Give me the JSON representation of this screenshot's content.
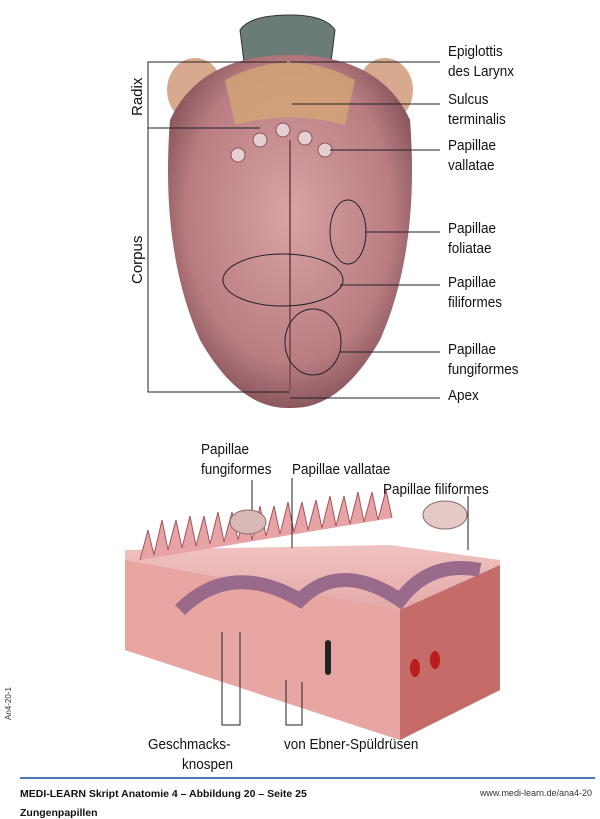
{
  "top_labels": {
    "epiglottis": "Epiglottis",
    "larynx": "des Larynx",
    "sulcus": "Sulcus",
    "terminalis": "terminalis",
    "vallatae_1": "Papillae",
    "vallatae_2": "vallatae",
    "foliatae_1": "Papillae",
    "foliatae_2": "foliatae",
    "filiformes_1": "Papillae",
    "filiformes_2": "filiformes",
    "fungiformes_1": "Papillae",
    "fungiformes_2": "fungiformes",
    "apex": "Apex",
    "radix": "Radix",
    "corpus": "Corpus"
  },
  "bottom_labels": {
    "fungiformes_1": "Papillae",
    "fungiformes_2": "fungiformes",
    "vallatae": "Papillae vallatae",
    "filiformes": "Papillae filiformes",
    "geschmacks_1": "Geschmacks-",
    "geschmacks_2": "knospen",
    "ebner": "von Ebner-Spüldrüsen"
  },
  "side_code": "An4-20-1",
  "footer": {
    "title": "MEDI-LEARN Skript Anatomie 4 – Abbildung 20 – Seite 25",
    "subtitle": "Zungenpapillen",
    "url": "www.medi-learn.de/ana4-20"
  },
  "colors": {
    "accent": "#4a78b8",
    "tissue": "#c98a8e"
  }
}
